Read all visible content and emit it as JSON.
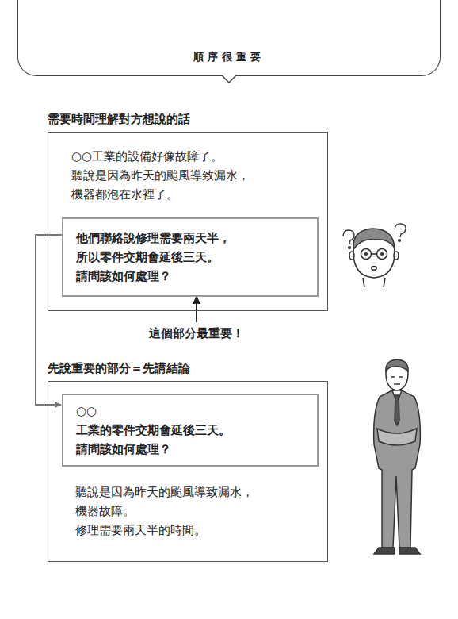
{
  "diagram": {
    "nodes": [
      {
        "text": [
          "順序很重要"
        ]
      },
      {
        "text": [
          "需要時間理解對方想說的話",
          "○○工業的設備好像故障了。 聽說是因為昨天的颱風導致漏水， 機器都泡在水裡了。"
        ]
      },
      {
        "text": [
          "他們聯絡說修理需要兩天半， 所以零件交期會延後三天。 請問該如何處理？"
        ],
        "in": 1
      },
      {
        "text": [
          "先說重要的部分＝先講結論",
          "聽說是因為昨天的颱風導致漏水， 機器故障。 修理需要兩天半的時間。"
        ]
      },
      {
        "text": [
          "○○工業的零件交期會延後三天。 請問該如何處理？"
        ],
        "in": 3
      }
    ],
    "edges": [
      {
        "from": 2,
        "to": 4,
        "arrow": "to"
      }
    ],
    "labels": [
      "這個部分最重要！"
    ]
  }
}
